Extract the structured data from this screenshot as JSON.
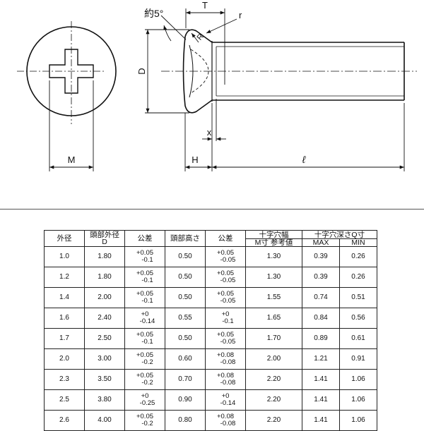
{
  "drawing": {
    "labels": {
      "angle": "約5°",
      "T": "T",
      "r": "r",
      "R": "R",
      "D": "D",
      "x": "x",
      "M": "M",
      "H": "H",
      "length": "ℓ"
    }
  },
  "table": {
    "headers": {
      "outer_dia": "外径",
      "head_dia_line1": "頭部外径",
      "head_dia_line2": "D",
      "tolerance_1": "公差",
      "head_height": "頭部高さ",
      "tolerance_2": "公差",
      "recess_width_line1": "十字穴幅",
      "recess_width_line2": "M寸 参考値",
      "recess_depth": "十字穴深さQ寸",
      "max": "MAX",
      "min": "MIN"
    },
    "rows": [
      {
        "outer": "1.0",
        "head_d": "1.80",
        "tol_d_up": "+0.05",
        "tol_d_low": "-0.1",
        "head_h": "0.50",
        "tol_h_up": "+0.05",
        "tol_h_low": "-0.05",
        "m": "1.30",
        "max": "0.39",
        "min": "0.26"
      },
      {
        "outer": "1.2",
        "head_d": "1.80",
        "tol_d_up": "+0.05",
        "tol_d_low": "-0.1",
        "head_h": "0.50",
        "tol_h_up": "+0.05",
        "tol_h_low": "-0.05",
        "m": "1.30",
        "max": "0.39",
        "min": "0.26"
      },
      {
        "outer": "1.4",
        "head_d": "2.00",
        "tol_d_up": "+0.05",
        "tol_d_low": "-0.1",
        "head_h": "0.50",
        "tol_h_up": "+0.05",
        "tol_h_low": "-0.05",
        "m": "1.55",
        "max": "0.74",
        "min": "0.51"
      },
      {
        "outer": "1.6",
        "head_d": "2.40",
        "tol_d_up": "+0",
        "tol_d_low": "-0.14",
        "head_h": "0.55",
        "tol_h_up": "+0",
        "tol_h_low": "-0.1",
        "m": "1.65",
        "max": "0.84",
        "min": "0.56"
      },
      {
        "outer": "1.7",
        "head_d": "2.50",
        "tol_d_up": "+0.05",
        "tol_d_low": "-0.1",
        "head_h": "0.50",
        "tol_h_up": "+0.05",
        "tol_h_low": "-0.05",
        "m": "1.70",
        "max": "0.89",
        "min": "0.61"
      },
      {
        "outer": "2.0",
        "head_d": "3.00",
        "tol_d_up": "+0.05",
        "tol_d_low": "-0.2",
        "head_h": "0.60",
        "tol_h_up": "+0.08",
        "tol_h_low": "-0.08",
        "m": "2.00",
        "max": "1.21",
        "min": "0.91"
      },
      {
        "outer": "2.3",
        "head_d": "3.50",
        "tol_d_up": "+0.05",
        "tol_d_low": "-0.2",
        "head_h": "0.70",
        "tol_h_up": "+0.08",
        "tol_h_low": "-0.08",
        "m": "2.20",
        "max": "1.41",
        "min": "1.06"
      },
      {
        "outer": "2.5",
        "head_d": "3.80",
        "tol_d_up": "+0",
        "tol_d_low": "-0.25",
        "head_h": "0.90",
        "tol_h_up": "+0",
        "tol_h_low": "-0.14",
        "m": "2.20",
        "max": "1.41",
        "min": "1.06"
      },
      {
        "outer": "2.6",
        "head_d": "4.00",
        "tol_d_up": "+0.05",
        "tol_d_low": "-0.2",
        "head_h": "0.80",
        "tol_h_up": "+0.08",
        "tol_h_low": "-0.08",
        "m": "2.20",
        "max": "1.41",
        "min": "1.06"
      }
    ]
  }
}
